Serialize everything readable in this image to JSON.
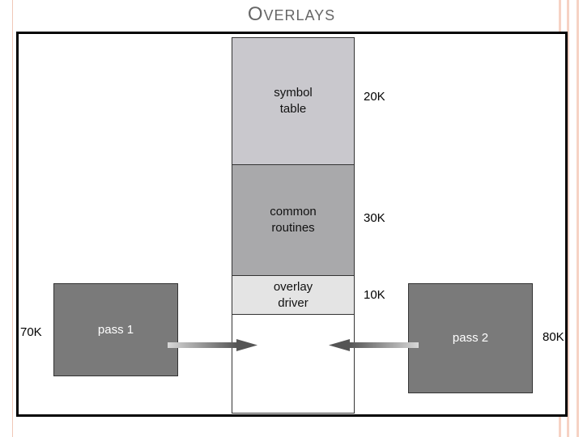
{
  "title": {
    "first_letter": "O",
    "rest": "VERLAYS"
  },
  "colors": {
    "symbol_table": "#c9c8cd",
    "common_routines": "#a9a9ab",
    "overlay_driver": "#e4e4e4",
    "free_area": "#ffffff",
    "pass_block": "#7a7a7a",
    "arrow": "#555555",
    "frame": "#000000",
    "edge_accent": "#f4c5b3"
  },
  "memory": {
    "symbol_table": {
      "label": "symbol\ntable",
      "size": "20K"
    },
    "common_routines": {
      "label": "common\nroutines",
      "size": "30K"
    },
    "overlay_driver": {
      "label": "overlay\ndriver",
      "size": "10K"
    }
  },
  "passes": {
    "pass1": {
      "label": "pass 1",
      "size": "70K"
    },
    "pass2": {
      "label": "pass 2",
      "size": "80K"
    }
  }
}
